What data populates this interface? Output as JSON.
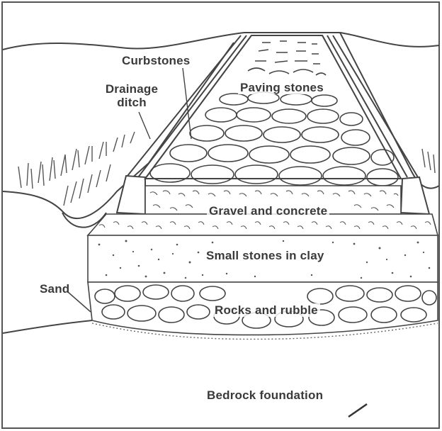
{
  "labels": {
    "curbstones": "Curbstones",
    "drainage_ditch_line1": "Drainage",
    "drainage_ditch_line2": "ditch",
    "paving_stones": "Paving stones",
    "gravel_and_concrete": "Gravel and concrete",
    "small_stones_in_clay": "Small stones in clay",
    "sand": "Sand",
    "rocks_and_rubble": "Rocks and rubble",
    "bedrock_foundation": "Bedrock foundation"
  },
  "colors": {
    "ink": "#3a3a3a",
    "paper": "#ffffff"
  }
}
